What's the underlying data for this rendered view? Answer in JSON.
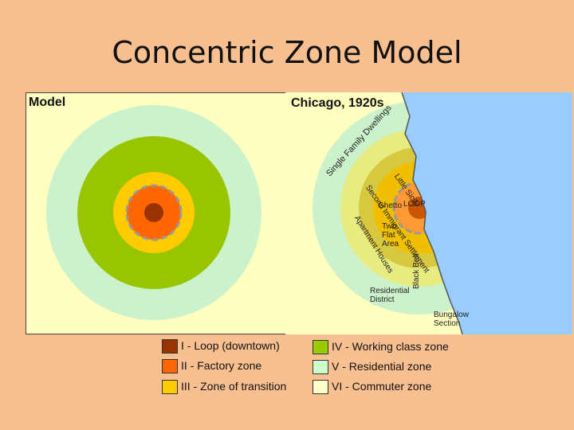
{
  "title": "Concentric Zone Model",
  "left_panel": {
    "label": "Model"
  },
  "right_panel": {
    "label": "Chicago, 1920s",
    "annotations": {
      "single_family": "Single Family Dwellings",
      "second_immigrant": "Second Immigrant Settlement",
      "little_sicily": "Little Sicily",
      "ghetto": "Ghetto",
      "loop": "LOOP",
      "apartment_houses": "Apartment Houses",
      "two_flat": "Two Flat Area",
      "black_belt": "Black Belt",
      "residential": "Residential District",
      "bungalow": "Bungalow Section"
    }
  },
  "legend": [
    {
      "label": "I - Loop (downtown)",
      "color": "#993300"
    },
    {
      "label": "II - Factory zone",
      "color": "#ff6600"
    },
    {
      "label": "III - Zone of transition",
      "color": "#ffcc00"
    },
    {
      "label": "IV - Working class zone",
      "color": "#99cc00"
    },
    {
      "label": "V - Residential zone",
      "color": "#ccffcc"
    },
    {
      "label": "VI - Commuter zone",
      "color": "#ffffcc"
    }
  ],
  "colors": {
    "background": "#f8c090",
    "commuter": "#ffffc0",
    "residential": "#ccf2cc",
    "working": "#99c400",
    "transition": "#ffcc00",
    "factory": "#ff6600",
    "loop": "#993300",
    "lake": "#99ccff"
  }
}
